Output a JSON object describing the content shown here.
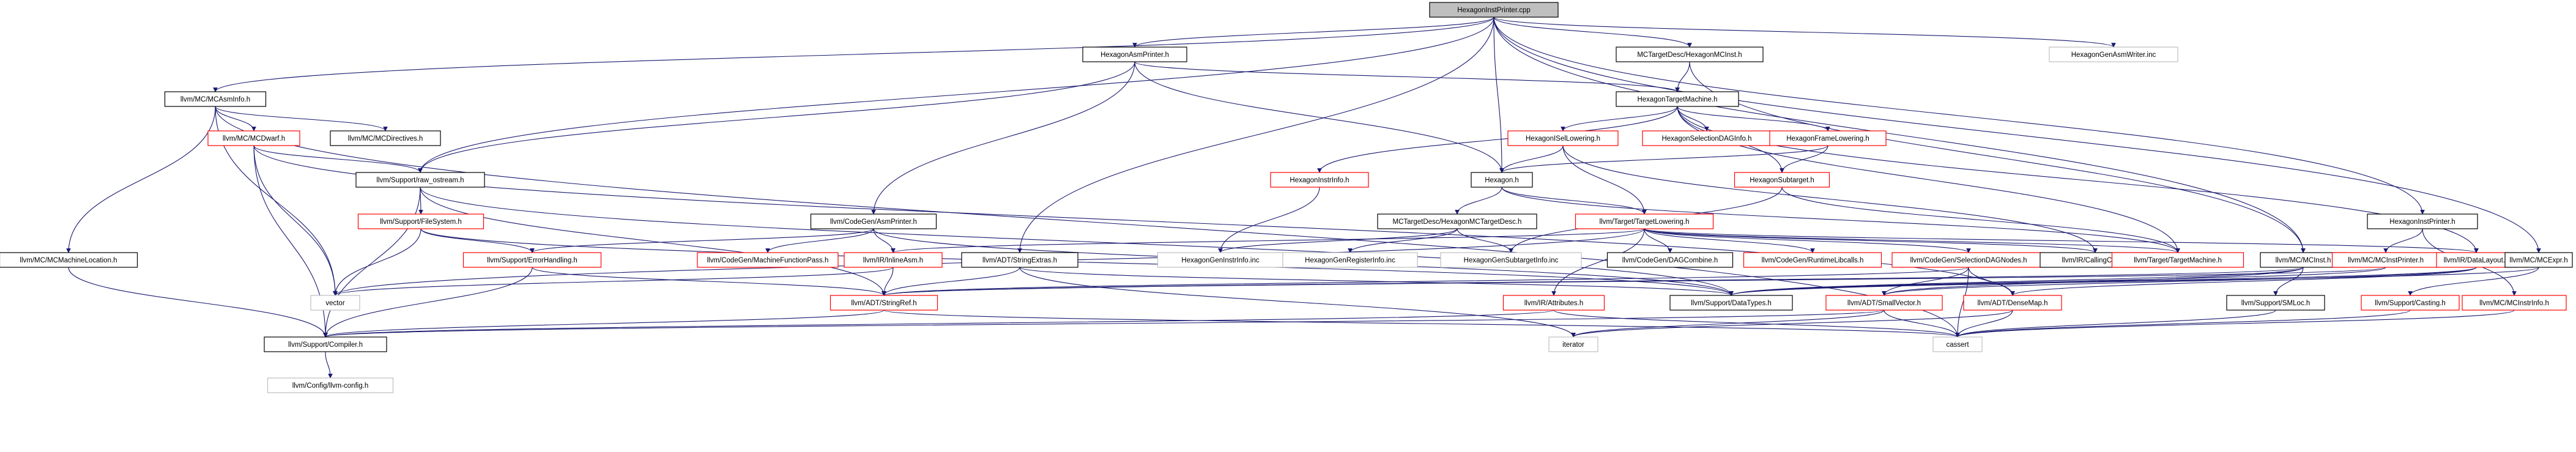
{
  "graph": {
    "colors": {
      "edge": "#191970",
      "root_fill": "#bfbfbf",
      "normal_border": "#000000",
      "collapsed_border": "#ff0000",
      "external_border": "#bfbfbf",
      "text": "#000000",
      "external_text": "#000000"
    },
    "nodes": [
      {
        "id": "root",
        "label": "HexagonInstPrinter.cpp",
        "kind": "root"
      },
      {
        "id": "asmprinter",
        "label": "HexagonAsmPrinter.h",
        "kind": "normal"
      },
      {
        "id": "mcinst_desc",
        "label": "MCTargetDesc/HexagonMCInst.h",
        "kind": "normal"
      },
      {
        "id": "asmwriter_inc",
        "label": "HexagonGenAsmWriter.inc",
        "kind": "external"
      },
      {
        "id": "mcasminfo",
        "label": "llvm/MC/MCAsmInfo.h",
        "kind": "normal"
      },
      {
        "id": "targetmachine_hex",
        "label": "HexagonTargetMachine.h",
        "kind": "normal"
      },
      {
        "id": "mcdwarf",
        "label": "llvm/MC/MCDwarf.h",
        "kind": "collapsed"
      },
      {
        "id": "mcdirectives",
        "label": "llvm/MC/MCDirectives.h",
        "kind": "normal"
      },
      {
        "id": "raw_ostream",
        "label": "llvm/Support/raw_ostream.h",
        "kind": "normal"
      },
      {
        "id": "isellowering",
        "label": "HexagonISelLowering.h",
        "kind": "collapsed"
      },
      {
        "id": "seldaginfo",
        "label": "HexagonSelectionDAGInfo.h",
        "kind": "collapsed"
      },
      {
        "id": "framelowering",
        "label": "HexagonFrameLowering.h",
        "kind": "collapsed"
      },
      {
        "id": "hexagon_h",
        "label": "Hexagon.h",
        "kind": "normal"
      },
      {
        "id": "subtarget",
        "label": "HexagonSubtarget.h",
        "kind": "collapsed"
      },
      {
        "id": "instrinfo",
        "label": "HexagonInstrInfo.h",
        "kind": "collapsed"
      },
      {
        "id": "filesystem",
        "label": "llvm/Support/FileSystem.h",
        "kind": "collapsed"
      },
      {
        "id": "cg_asmprinter",
        "label": "llvm/CodeGen/AsmPrinter.h",
        "kind": "normal"
      },
      {
        "id": "mctargetdesc",
        "label": "MCTargetDesc/HexagonMCTargetDesc.h",
        "kind": "normal"
      },
      {
        "id": "targetlowering",
        "label": "llvm/Target/TargetLowering.h",
        "kind": "collapsed"
      },
      {
        "id": "instprinter_h",
        "label": "HexagonInstPrinter.h",
        "kind": "normal"
      },
      {
        "id": "mcmachineloc",
        "label": "llvm/MC/MCMachineLocation.h",
        "kind": "normal"
      },
      {
        "id": "errorhandling",
        "label": "llvm/Support/ErrorHandling.h",
        "kind": "collapsed"
      },
      {
        "id": "machinefunctionpass",
        "label": "llvm/CodeGen/MachineFunctionPass.h",
        "kind": "collapsed"
      },
      {
        "id": "inlineasm",
        "label": "llvm/IR/InlineAsm.h",
        "kind": "collapsed"
      },
      {
        "id": "stringextras",
        "label": "llvm/ADT/StringExtras.h",
        "kind": "normal"
      },
      {
        "id": "geninstrinfo_inc",
        "label": "HexagonGenInstrInfo.inc",
        "kind": "external"
      },
      {
        "id": "genreginfo_inc",
        "label": "HexagonGenRegisterInfo.inc",
        "kind": "external"
      },
      {
        "id": "gensubtarget_inc",
        "label": "HexagonGenSubtargetInfo.inc",
        "kind": "external"
      },
      {
        "id": "dagcombine",
        "label": "llvm/CodeGen/DAGCombine.h",
        "kind": "normal"
      },
      {
        "id": "runtimelibcalls",
        "label": "llvm/CodeGen/RuntimeLibcalls.h",
        "kind": "collapsed"
      },
      {
        "id": "seldagnodes",
        "label": "llvm/CodeGen/SelectionDAGNodes.h",
        "kind": "collapsed"
      },
      {
        "id": "callingconv",
        "label": "llvm/IR/CallingConv.h",
        "kind": "normal"
      },
      {
        "id": "target_tm",
        "label": "llvm/Target/TargetMachine.h",
        "kind": "collapsed"
      },
      {
        "id": "mcinst_llvm",
        "label": "llvm/MC/MCInst.h",
        "kind": "normal"
      },
      {
        "id": "mcinstprinter",
        "label": "llvm/MC/MCInstPrinter.h",
        "kind": "collapsed"
      },
      {
        "id": "datalayout",
        "label": "llvm/IR/DataLayout.h",
        "kind": "collapsed"
      },
      {
        "id": "mcexpr",
        "label": "llvm/MC/MCExpr.h",
        "kind": "normal"
      },
      {
        "id": "vector",
        "label": "vector",
        "kind": "external"
      },
      {
        "id": "stringref",
        "label": "llvm/ADT/StringRef.h",
        "kind": "collapsed"
      },
      {
        "id": "attributes",
        "label": "llvm/IR/Attributes.h",
        "kind": "collapsed"
      },
      {
        "id": "datatypes",
        "label": "llvm/Support/DataTypes.h",
        "kind": "normal"
      },
      {
        "id": "smallvector",
        "label": "llvm/ADT/SmallVector.h",
        "kind": "collapsed"
      },
      {
        "id": "densemap",
        "label": "llvm/ADT/DenseMap.h",
        "kind": "collapsed"
      },
      {
        "id": "smloc",
        "label": "llvm/Support/SMLoc.h",
        "kind": "normal"
      },
      {
        "id": "casting",
        "label": "llvm/Support/Casting.h",
        "kind": "collapsed"
      },
      {
        "id": "mcinstrinfo",
        "label": "llvm/MC/MCInstrInfo.h",
        "kind": "collapsed"
      },
      {
        "id": "compiler",
        "label": "llvm/Support/Compiler.h",
        "kind": "normal"
      },
      {
        "id": "iterator",
        "label": "iterator",
        "kind": "external"
      },
      {
        "id": "cassert",
        "label": "cassert",
        "kind": "external"
      },
      {
        "id": "config",
        "label": "llvm/Config/llvm-config.h",
        "kind": "external"
      }
    ],
    "edges": [
      [
        "root",
        "asmprinter"
      ],
      [
        "root",
        "mcinst_desc"
      ],
      [
        "root",
        "asmwriter_inc"
      ],
      [
        "root",
        "mcasminfo"
      ],
      [
        "root",
        "raw_ostream"
      ],
      [
        "root",
        "hexagon_h"
      ],
      [
        "root",
        "instprinter_h"
      ],
      [
        "root",
        "stringextras"
      ],
      [
        "root",
        "mcexpr"
      ],
      [
        "root",
        "mcinst_llvm"
      ],
      [
        "asmprinter",
        "targetmachine_hex"
      ],
      [
        "asmprinter",
        "raw_ostream"
      ],
      [
        "asmprinter",
        "hexagon_h"
      ],
      [
        "asmprinter",
        "cg_asmprinter"
      ],
      [
        "mcinst_desc",
        "targetmachine_hex"
      ],
      [
        "mcinst_desc",
        "mcinst_llvm"
      ],
      [
        "mcasminfo",
        "mcdwarf"
      ],
      [
        "mcasminfo",
        "mcdirectives"
      ],
      [
        "mcasminfo",
        "mcmachineloc"
      ],
      [
        "mcasminfo",
        "vector"
      ],
      [
        "mcasminfo",
        "cassert"
      ],
      [
        "mcdwarf",
        "raw_ostream"
      ],
      [
        "mcdwarf",
        "compiler"
      ],
      [
        "mcdwarf",
        "vector"
      ],
      [
        "mcdwarf",
        "densemap"
      ],
      [
        "targetmachine_hex",
        "isellowering"
      ],
      [
        "targetmachine_hex",
        "seldaginfo"
      ],
      [
        "targetmachine_hex",
        "framelowering"
      ],
      [
        "targetmachine_hex",
        "subtarget"
      ],
      [
        "targetmachine_hex",
        "instrinfo"
      ],
      [
        "targetmachine_hex",
        "target_tm"
      ],
      [
        "targetmachine_hex",
        "datalayout"
      ],
      [
        "isellowering",
        "hexagon_h"
      ],
      [
        "isellowering",
        "targetlowering"
      ],
      [
        "isellowering",
        "callingconv"
      ],
      [
        "framelowering",
        "hexagon_h"
      ],
      [
        "framelowering",
        "subtarget"
      ],
      [
        "subtarget",
        "gensubtarget_inc"
      ],
      [
        "subtarget",
        "target_tm"
      ],
      [
        "instrinfo",
        "geninstrinfo_inc"
      ],
      [
        "hexagon_h",
        "mctargetdesc"
      ],
      [
        "hexagon_h",
        "targetlowering"
      ],
      [
        "hexagon_h",
        "target_tm"
      ],
      [
        "mctargetdesc",
        "geninstrinfo_inc"
      ],
      [
        "mctargetdesc",
        "genreginfo_inc"
      ],
      [
        "mctargetdesc",
        "gensubtarget_inc"
      ],
      [
        "raw_ostream",
        "filesystem"
      ],
      [
        "raw_ostream",
        "compiler"
      ],
      [
        "raw_ostream",
        "stringref"
      ],
      [
        "raw_ostream",
        "datatypes"
      ],
      [
        "filesystem",
        "errorhandling"
      ],
      [
        "filesystem",
        "vector"
      ],
      [
        "filesystem",
        "datatypes"
      ],
      [
        "errorhandling",
        "compiler"
      ],
      [
        "errorhandling",
        "stringref"
      ],
      [
        "cg_asmprinter",
        "machinefunctionpass"
      ],
      [
        "cg_asmprinter",
        "inlineasm"
      ],
      [
        "cg_asmprinter",
        "errorhandling"
      ],
      [
        "cg_asmprinter",
        "datatypes"
      ],
      [
        "inlineasm",
        "stringref"
      ],
      [
        "inlineasm",
        "vector"
      ],
      [
        "stringextras",
        "stringref"
      ],
      [
        "stringextras",
        "datatypes"
      ],
      [
        "stringextras",
        "iterator"
      ],
      [
        "targetlowering",
        "dagcombine"
      ],
      [
        "targetlowering",
        "runtimelibcalls"
      ],
      [
        "targetlowering",
        "seldagnodes"
      ],
      [
        "targetlowering",
        "callingconv"
      ],
      [
        "targetlowering",
        "attributes"
      ],
      [
        "targetlowering",
        "inlineasm"
      ],
      [
        "targetlowering",
        "target_tm"
      ],
      [
        "targetlowering",
        "datalayout"
      ],
      [
        "targetlowering",
        "vector"
      ],
      [
        "seldagnodes",
        "smallvector"
      ],
      [
        "seldagnodes",
        "densemap"
      ],
      [
        "seldagnodes",
        "cassert"
      ],
      [
        "seldagnodes",
        "stringref"
      ],
      [
        "mcinst_llvm",
        "smloc"
      ],
      [
        "mcinst_llvm",
        "smallvector"
      ],
      [
        "mcinst_llvm",
        "datatypes"
      ],
      [
        "mcinst_llvm",
        "stringref"
      ],
      [
        "instprinter_h",
        "mcinstprinter"
      ],
      [
        "instprinter_h",
        "mcinstrinfo"
      ],
      [
        "mcinstprinter",
        "stringref"
      ],
      [
        "mcinstprinter",
        "datatypes"
      ],
      [
        "datalayout",
        "densemap"
      ],
      [
        "datalayout",
        "smallvector"
      ],
      [
        "datalayout",
        "datatypes"
      ],
      [
        "mcexpr",
        "casting"
      ],
      [
        "mcexpr",
        "datatypes"
      ],
      [
        "mcmachineloc",
        "compiler"
      ],
      [
        "stringref",
        "compiler"
      ],
      [
        "stringref",
        "cassert"
      ],
      [
        "attributes",
        "compiler"
      ],
      [
        "attributes",
        "cassert"
      ],
      [
        "smallvector",
        "compiler"
      ],
      [
        "smallvector",
        "iterator"
      ],
      [
        "smallvector",
        "cassert"
      ],
      [
        "densemap",
        "iterator"
      ],
      [
        "densemap",
        "cassert"
      ],
      [
        "smloc",
        "cassert"
      ],
      [
        "casting",
        "cassert"
      ],
      [
        "mcinstrinfo",
        "cassert"
      ],
      [
        "compiler",
        "config"
      ]
    ]
  }
}
